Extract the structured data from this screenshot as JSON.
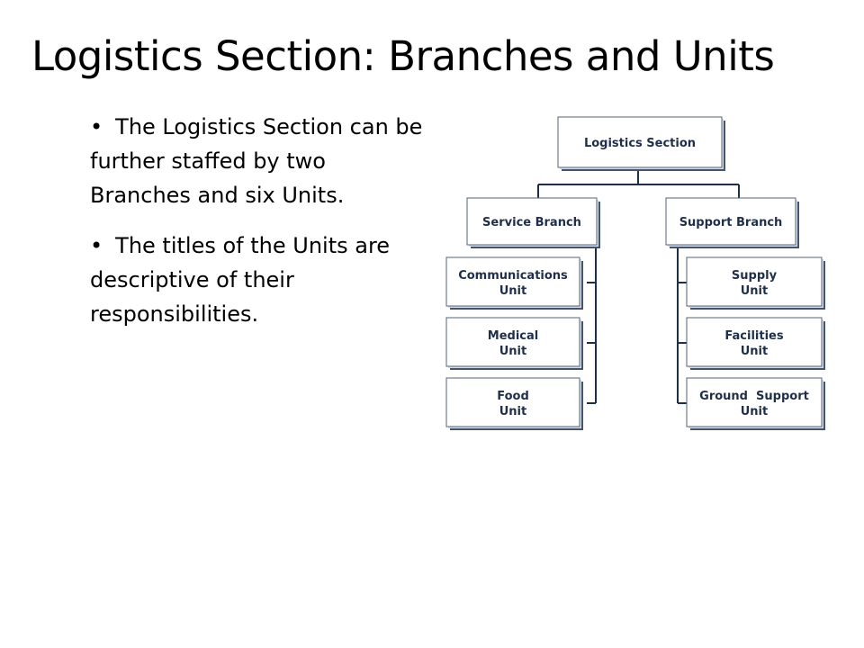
{
  "title": "Logistics Section:  Branches and Units",
  "bullets": [
    "The Logistics Section can be further staffed by two Branches and  six Units.",
    "The titles of the Units are descriptive of their responsibilities."
  ],
  "bullet_symbol": "•",
  "org_chart": {
    "root": "Logistics Section",
    "branches": [
      {
        "name": "Service Branch",
        "units": [
          [
            "Communications",
            "Unit"
          ],
          [
            "Medical",
            "Unit"
          ],
          [
            "Food",
            "Unit"
          ]
        ]
      },
      {
        "name": "Support Branch",
        "units": [
          [
            "Supply",
            "Unit"
          ],
          [
            "Facilities",
            "Unit"
          ],
          [
            "Ground  Support",
            "Unit"
          ]
        ]
      }
    ]
  },
  "colors": {
    "box_border": "#55637a",
    "box_shadow": "#45546b",
    "text": "#1f2f4a",
    "connector": "#1e2f4a"
  }
}
